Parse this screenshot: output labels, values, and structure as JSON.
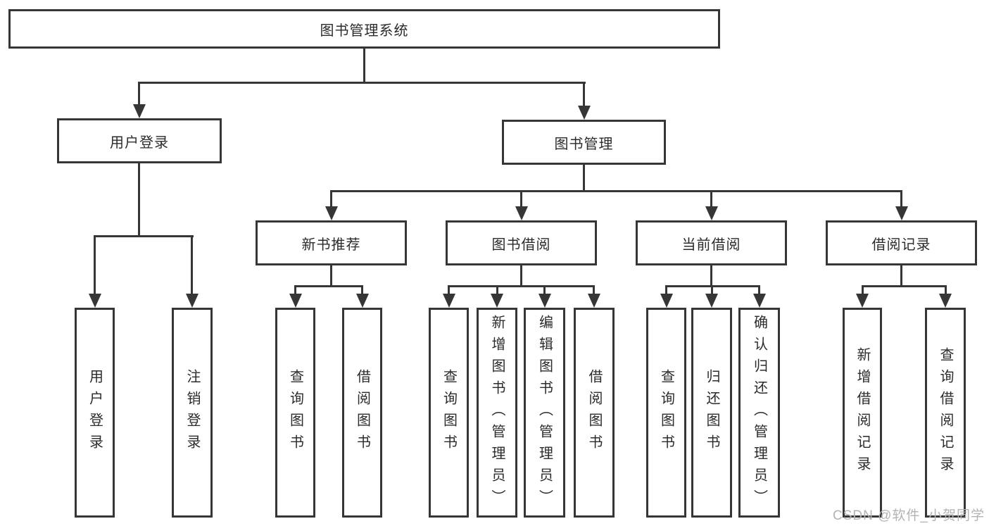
{
  "watermark": "CSDN @软件_小贺同学",
  "colors": {
    "background": "#ffffff",
    "line": "#363636",
    "text": "#2b2b2b",
    "watermark_text": "#b3b3b3"
  },
  "tree": {
    "root": {
      "label": "图书管理系统"
    },
    "branches": [
      {
        "label": "用户登录",
        "children": [
          {
            "label": "用户登录"
          },
          {
            "label": "注销登录"
          }
        ]
      },
      {
        "label": "图书管理",
        "children": [
          {
            "label": "新书推荐",
            "children": [
              {
                "label": "查询图书"
              },
              {
                "label": "借阅图书"
              }
            ]
          },
          {
            "label": "图书借阅",
            "children": [
              {
                "label": "查询图书"
              },
              {
                "label": "新增图书（管理员）"
              },
              {
                "label": "编辑图书（管理员）"
              },
              {
                "label": "借阅图书"
              }
            ]
          },
          {
            "label": "当前借阅",
            "children": [
              {
                "label": "查询图书"
              },
              {
                "label": "归还图书"
              },
              {
                "label": "确认归还（管理员）"
              }
            ]
          },
          {
            "label": "借阅记录",
            "children": [
              {
                "label": "新增借阅记录"
              },
              {
                "label": "查询借阅记录"
              }
            ]
          }
        ]
      }
    ]
  }
}
